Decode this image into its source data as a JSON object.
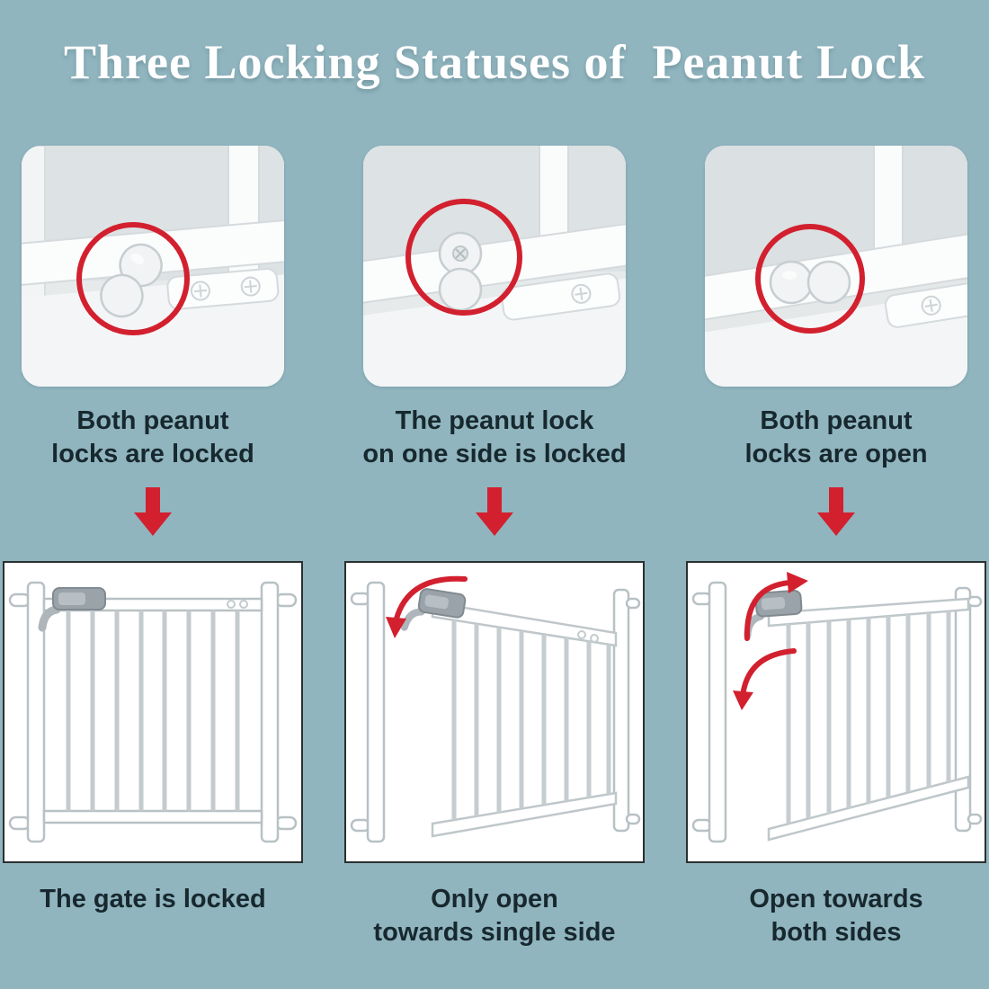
{
  "page": {
    "title": "Three Locking Statuses of  Peanut Lock",
    "background_color": "#90b5bf",
    "accent_red": "#d2202f",
    "text_color": "#17282e",
    "title_color": "#ffffff"
  },
  "columns": [
    {
      "id": "both-locked",
      "photo_caption": "Both peanut\nlocks are locked",
      "result_caption": "The gate is locked",
      "photo_icon": "peanut-locks-both-locked-photo",
      "gate_icon": "gate-locked-illustration"
    },
    {
      "id": "one-side-locked",
      "photo_caption": "The peanut lock\non one side is locked",
      "result_caption": "Only open\ntowards single side",
      "photo_icon": "peanut-lock-one-side-locked-photo",
      "gate_icon": "gate-single-side-open-illustration"
    },
    {
      "id": "both-open",
      "photo_caption": "Both peanut\nlocks are open",
      "result_caption": "Open towards\nboth sides",
      "photo_icon": "peanut-locks-both-open-photo",
      "gate_icon": "gate-both-sides-open-illustration"
    }
  ]
}
